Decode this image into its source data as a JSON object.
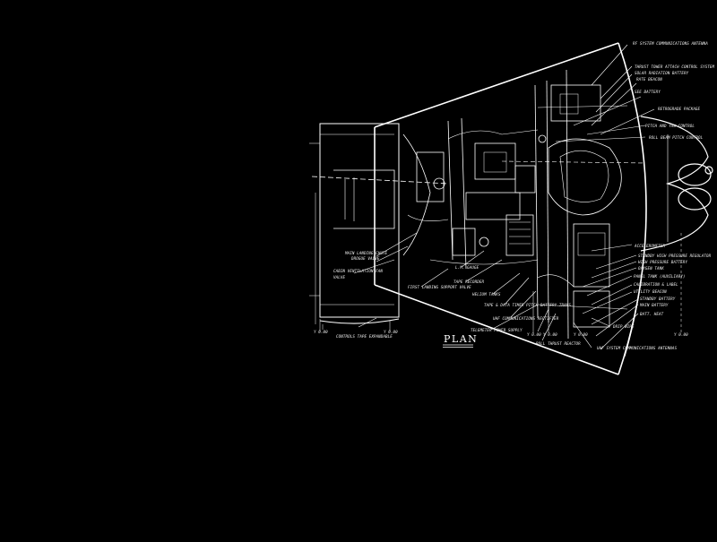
{
  "drawing": {
    "title": "PLAN",
    "background": "#000000",
    "line_color": "#ffffff"
  },
  "labels": {
    "right": [
      "RF SYSTEM COMMUNICATIONS ANTENNA",
      "THRUST TOWER ATTACH CONTROL SYSTEM",
      "SOLAR RADIATION BATTERY",
      "RATE BEACON",
      "SEE BATTERY",
      "RETROGRADE PACKAGE",
      "PITCH AND YAW CONTROL",
      "ROLL BEAM PITCH CONTROL",
      "ACCELEROMETER",
      "STANDBY HIGH PRESSURE REGULATOR",
      "HIGH PRESSURE BATTERY",
      "OXYGEN TANK",
      "PANEL TANK (AUXILIARY)",
      "CALIBRATION & LABEL",
      "UTILITY BEACON",
      "STANDBY BATTERY",
      "MAIN BATTERY",
      "BATT. HEAT"
    ],
    "left": [
      "MAIN LANDING CHUTE",
      "DROGUE VALVE",
      "CABIN VENTILATION FAN",
      "VALVE"
    ],
    "center": [
      "FIRST LANDING SUPPORT VALVE",
      "L.M. GAUGE",
      "TAPE RECORDER",
      "HELIUM TANKS",
      "TAPE & DATA TIMER PITCH BATTERY TRANS.",
      "UHF COMMUNICATIONS RECTIFIER",
      "TELEMETER POWER SUPPLY",
      "ROLL THRUST REACTOR",
      "DRIP WIRE",
      "UHF SYSTEM COMMUNICATIONS ANTENNAS"
    ],
    "bottom_left": "CONTROLS TAPE EXPANDABLE"
  },
  "station_markers": [
    "Y 0.00",
    "Y 0.00",
    "Y 0.00",
    "Y 0.00",
    "Y 0.00",
    "Y 0.00"
  ]
}
